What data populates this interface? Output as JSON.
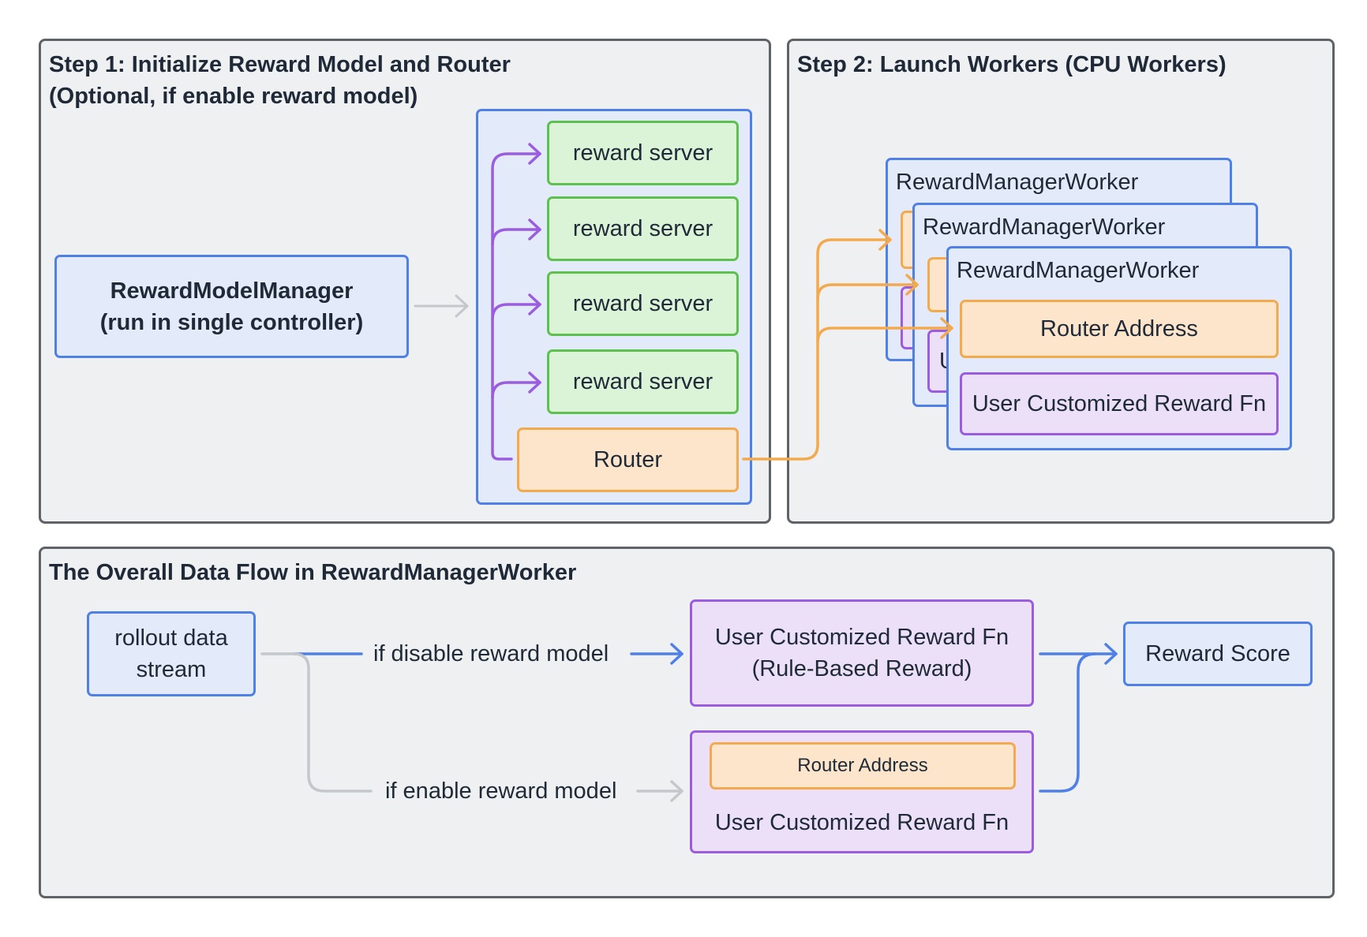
{
  "step1": {
    "title": "Step 1: Initialize Reward Model and Router\n(Optional, if enable reward model)",
    "manager": "RewardModelManager\n(run in single controller)",
    "servers": [
      "reward server",
      "reward server",
      "reward server",
      "reward server"
    ],
    "router": "Router"
  },
  "step2": {
    "title": "Step 2: Launch Workers (CPU Workers)",
    "workers": [
      "RewardManagerWorker",
      "RewardManagerWorker",
      "RewardManagerWorker"
    ],
    "router_address": "Router Address",
    "reward_fn": "User Customized Reward Fn",
    "partial_hidden_text": "U"
  },
  "flow": {
    "title": "The Overall Data Flow in RewardManagerWorker",
    "rollout": "rollout data\nstream",
    "disable_label": "if disable reward model",
    "enable_label": "if enable reward model",
    "rule_fn": "User Customized Reward Fn\n(Rule-Based Reward)",
    "router_address": "Router Address",
    "enable_fn": "User Customized Reward Fn",
    "score": "Reward Score"
  },
  "colors": {
    "blue": "#4f80e8",
    "green": "#5ec14e",
    "orange": "#f3aa4e",
    "purple": "#9b5ce0",
    "gray": "#c4c7cc",
    "panel_border": "#5f6368"
  }
}
